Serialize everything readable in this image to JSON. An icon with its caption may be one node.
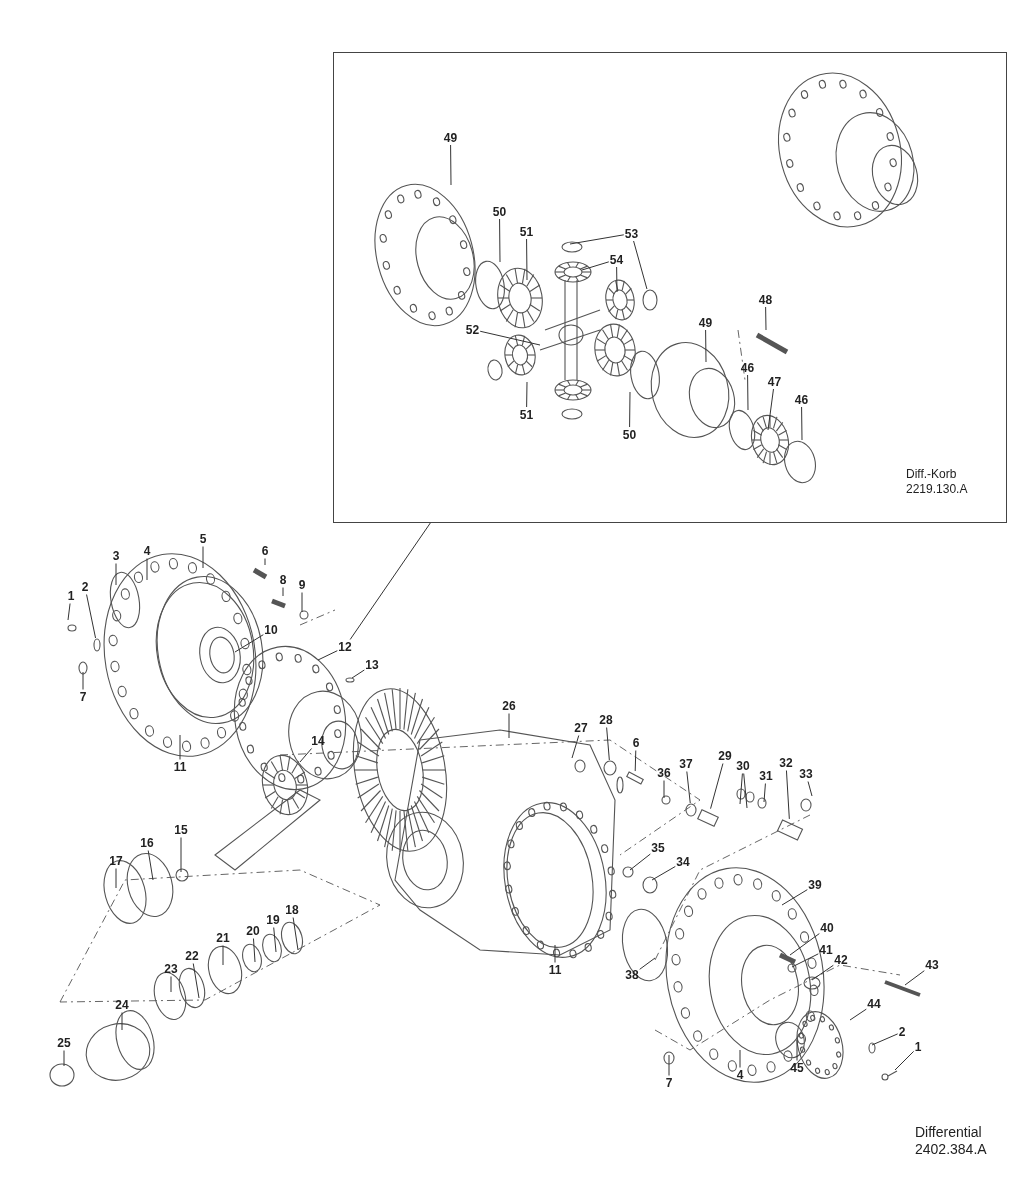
{
  "diagram": {
    "nodes": [
      {
        "text": [
          "Diff.-Korb 2219.130.A"
        ]
      },
      {
        "text": [
          "49"
        ],
        "in": 0
      },
      {
        "text": [
          "50"
        ],
        "in": 0
      },
      {
        "text": [
          "51"
        ],
        "in": 0
      },
      {
        "text": [
          "53"
        ],
        "in": 0
      },
      {
        "text": [
          "54"
        ],
        "in": 0
      },
      {
        "text": [
          "48"
        ],
        "in": 0
      },
      {
        "text": [
          "49"
        ],
        "in": 0
      },
      {
        "text": [
          "52"
        ],
        "in": 0
      },
      {
        "text": [
          "46"
        ],
        "in": 0
      },
      {
        "text": [
          "47"
        ],
        "in": 0
      },
      {
        "text": [
          "46"
        ],
        "in": 0
      },
      {
        "text": [
          "51"
        ],
        "in": 0
      },
      {
        "text": [
          "50"
        ],
        "in": 0
      },
      {
        "text": [
          "5"
        ]
      },
      {
        "text": [
          "4"
        ]
      },
      {
        "text": [
          "6"
        ]
      },
      {
        "text": [
          "3"
        ]
      },
      {
        "text": [
          "8"
        ]
      },
      {
        "text": [
          "2"
        ]
      },
      {
        "text": [
          "9"
        ]
      },
      {
        "text": [
          "1"
        ]
      },
      {
        "text": [
          "10"
        ]
      },
      {
        "text": [
          "12"
        ]
      },
      {
        "text": [
          "13"
        ]
      },
      {
        "text": [
          "7"
        ]
      },
      {
        "text": [
          "26"
        ]
      },
      {
        "text": [
          "28"
        ]
      },
      {
        "text": [
          "27"
        ]
      },
      {
        "text": [
          "14"
        ]
      },
      {
        "text": [
          "6"
        ]
      },
      {
        "text": [
          "29"
        ]
      },
      {
        "text": [
          "32"
        ]
      },
      {
        "text": [
          "37"
        ]
      },
      {
        "text": [
          "30"
        ]
      },
      {
        "text": [
          "11"
        ]
      },
      {
        "text": [
          "36"
        ]
      },
      {
        "text": [
          "33"
        ]
      },
      {
        "text": [
          "31"
        ]
      },
      {
        "text": [
          "15"
        ]
      },
      {
        "text": [
          "16"
        ]
      },
      {
        "text": [
          "35"
        ]
      },
      {
        "text": [
          "17"
        ]
      },
      {
        "text": [
          "34"
        ]
      },
      {
        "text": [
          "39"
        ]
      },
      {
        "text": [
          "18"
        ]
      },
      {
        "text": [
          "19"
        ]
      },
      {
        "text": [
          "40"
        ]
      },
      {
        "text": [
          "20"
        ]
      },
      {
        "text": [
          "21"
        ]
      },
      {
        "text": [
          "41"
        ]
      },
      {
        "text": [
          "22"
        ]
      },
      {
        "text": [
          "42"
        ]
      },
      {
        "text": [
          "43"
        ]
      },
      {
        "text": [
          "23"
        ]
      },
      {
        "text": [
          "11"
        ]
      },
      {
        "text": [
          "38"
        ]
      },
      {
        "text": [
          "44"
        ]
      },
      {
        "text": [
          "24"
        ]
      },
      {
        "text": [
          "2"
        ]
      },
      {
        "text": [
          "25"
        ]
      },
      {
        "text": [
          "1"
        ]
      },
      {
        "text": [
          "45"
        ]
      },
      {
        "text": [
          "4"
        ]
      },
      {
        "text": [
          "7"
        ]
      },
      {
        "text": [],
        "shape": "circle",
        "in": 0
      },
      {
        "text": [],
        "shape": "circle"
      },
      {
        "text": [],
        "shape": "circle"
      },
      {
        "text": [],
        "shape": "box"
      },
      {
        "text": [],
        "shape": "box"
      },
      {
        "text": [],
        "shape": "box"
      },
      {
        "text": [],
        "shape": "circle"
      },
      {
        "text": [],
        "shape": "picture"
      }
    ],
    "edges": [
      {
        "from": 1,
        "to": null,
        "arrow": "none"
      },
      {
        "from": 2,
        "to": null,
        "arrow": "none"
      },
      {
        "from": 3,
        "to": null,
        "arrow": "none"
      },
      {
        "from": 4,
        "to": null,
        "arrow": "none"
      },
      {
        "from": 4,
        "to": 65,
        "arrow": "none"
      },
      {
        "from": 5,
        "to": null,
        "arrow": "none"
      },
      {
        "from": 5,
        "to": null,
        "arrow": "none"
      },
      {
        "from": 6,
        "to": null,
        "arrow": "none"
      },
      {
        "from": 7,
        "to": null,
        "arrow": "none"
      },
      {
        "from": 8,
        "to": null,
        "arrow": "none"
      },
      {
        "from": 9,
        "to": null,
        "arrow": "none"
      },
      {
        "from": 10,
        "to": null,
        "arrow": "none"
      },
      {
        "from": 11,
        "to": null,
        "arrow": "none"
      },
      {
        "from": 12,
        "to": null,
        "arrow": "none"
      },
      {
        "from": 13,
        "to": null,
        "arrow": "none"
      },
      {
        "from": 14,
        "to": null,
        "arrow": "none"
      },
      {
        "from": 15,
        "to": null,
        "arrow": "none"
      },
      {
        "from": 16,
        "to": null,
        "arrow": "none"
      },
      {
        "from": 17,
        "to": null,
        "arrow": "none"
      },
      {
        "from": 18,
        "to": null,
        "arrow": "none"
      },
      {
        "from": 19,
        "to": 66,
        "arrow": "none"
      },
      {
        "from": 20,
        "to": null,
        "arrow": "none"
      },
      {
        "from": 21,
        "to": null,
        "arrow": "none"
      },
      {
        "from": 22,
        "to": null,
        "arrow": "none"
      },
      {
        "from": 23,
        "to": null,
        "arrow": "none"
      },
      {
        "from": 23,
        "to": 0,
        "arrow": "none"
      },
      {
        "from": 24,
        "to": null,
        "arrow": "none"
      },
      {
        "from": 25,
        "to": null,
        "arrow": "none"
      },
      {
        "from": 26,
        "to": null,
        "arrow": "none"
      },
      {
        "from": 27,
        "to": 67,
        "arrow": "none"
      },
      {
        "from": 28,
        "to": null,
        "arrow": "none"
      },
      {
        "from": 29,
        "to": null,
        "arrow": "none"
      },
      {
        "from": 30,
        "to": 68,
        "arrow": "none"
      },
      {
        "from": 31,
        "to": 69,
        "arrow": "none"
      },
      {
        "from": 32,
        "to": 70,
        "arrow": "none"
      },
      {
        "from": 33,
        "to": 71,
        "arrow": "none"
      },
      {
        "from": 34,
        "to": null,
        "arrow": "none"
      },
      {
        "from": 34,
        "to": null,
        "arrow": "none"
      },
      {
        "from": 35,
        "to": null,
        "arrow": "none"
      },
      {
        "from": 36,
        "to": null,
        "arrow": "none"
      },
      {
        "from": 37,
        "to": null,
        "arrow": "none"
      },
      {
        "from": 38,
        "to": null,
        "arrow": "none"
      },
      {
        "from": 39,
        "to": null,
        "arrow": "none"
      },
      {
        "from": 40,
        "to": null,
        "arrow": "none"
      },
      {
        "from": 41,
        "to": null,
        "arrow": "none"
      },
      {
        "from": 42,
        "to": null,
        "arrow": "none"
      },
      {
        "from": 43,
        "to": null,
        "arrow": "none"
      },
      {
        "from": 44,
        "to": null,
        "arrow": "none"
      },
      {
        "from": 45,
        "to": null,
        "arrow": "none"
      },
      {
        "from": 46,
        "to": null,
        "arrow": "none"
      },
      {
        "from": 47,
        "to": null,
        "arrow": "none"
      },
      {
        "from": 48,
        "to": null,
        "arrow": "none"
      },
      {
        "from": 49,
        "to": null,
        "arrow": "none"
      },
      {
        "from": 50,
        "to": null,
        "arrow": "none"
      },
      {
        "from": 51,
        "to": null,
        "arrow": "none"
      },
      {
        "from": 52,
        "to": null,
        "arrow": "none"
      },
      {
        "from": 53,
        "to": null,
        "arrow": "none"
      },
      {
        "from": 54,
        "to": null,
        "arrow": "none"
      },
      {
        "from": 55,
        "to": null,
        "arrow": "none"
      },
      {
        "from": 56,
        "to": null,
        "arrow": "none"
      },
      {
        "from": 57,
        "to": null,
        "arrow": "none"
      },
      {
        "from": 58,
        "to": null,
        "arrow": "none"
      },
      {
        "from": 59,
        "to": null,
        "arrow": "none"
      },
      {
        "from": 60,
        "to": null,
        "arrow": "none"
      },
      {
        "from": 61,
        "to": 72,
        "arrow": "none"
      },
      {
        "from": 62,
        "to": null,
        "arrow": "none"
      },
      {
        "from": 63,
        "to": null,
        "arrow": "none"
      },
      {
        "from": 64,
        "to": null,
        "arrow": "none"
      }
    ],
    "labels": [
      "Differential 2402.384.A"
    ]
  }
}
